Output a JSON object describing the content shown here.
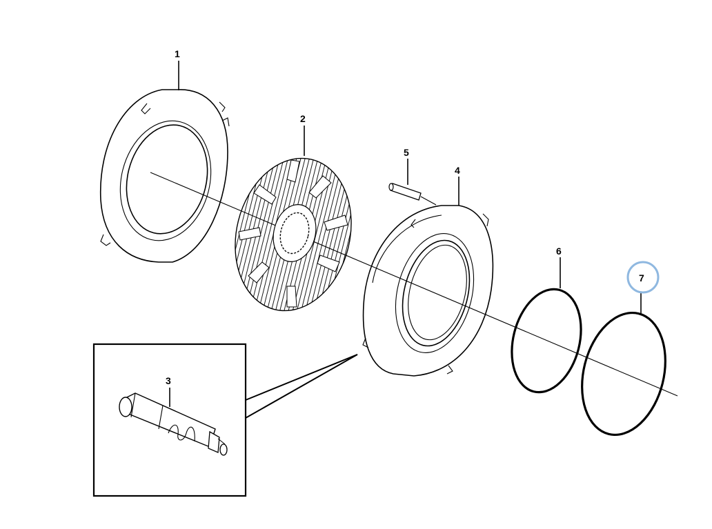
{
  "callouts": [
    {
      "id": "1",
      "label": "1"
    },
    {
      "id": "2",
      "label": "2"
    },
    {
      "id": "3",
      "label": "3"
    },
    {
      "id": "4",
      "label": "4"
    },
    {
      "id": "5",
      "label": "5"
    },
    {
      "id": "6",
      "label": "6"
    },
    {
      "id": "7",
      "label": "7"
    }
  ],
  "highlight": {
    "callout": "7",
    "color": "#8fb8e0"
  },
  "colors": {
    "line": "#000000",
    "background": "#ffffff"
  }
}
